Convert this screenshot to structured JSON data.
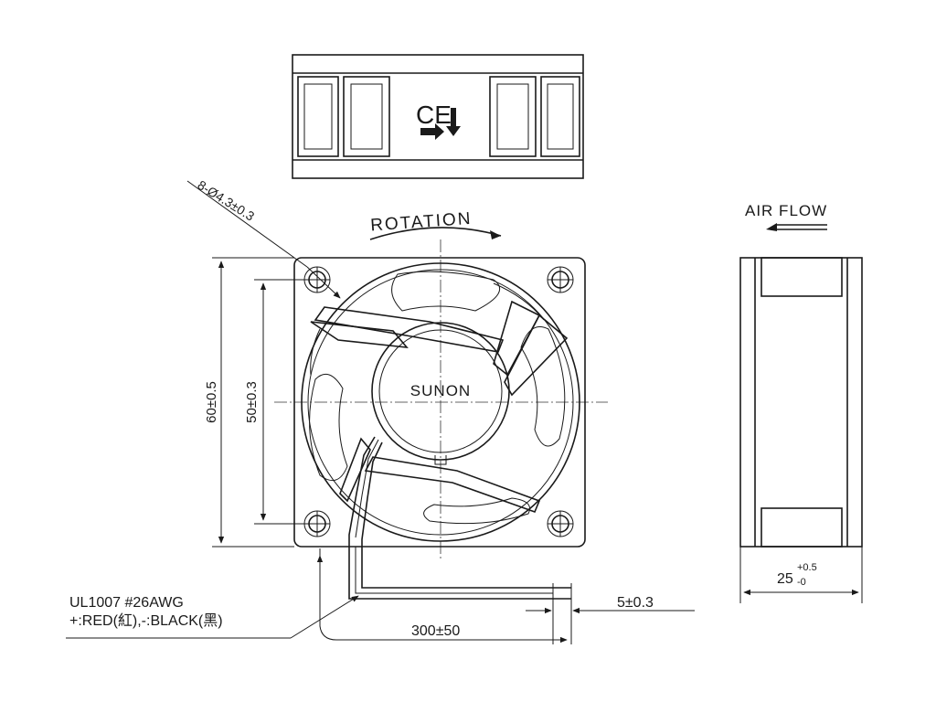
{
  "labels": {
    "holes": "8-Ø4.3±0.3",
    "rotation": "ROTATION",
    "air_flow": "AIR FLOW",
    "brand": "SUNON",
    "dim_outer": "60±0.5",
    "dim_holes": "50±0.3",
    "dim_depth_base": "25",
    "dim_depth_plus": "+0.5",
    "dim_depth_minus": "-0",
    "wire_spec": "UL1007  #26AWG",
    "wire_colors": "+:RED(紅),-:BLACK(黑)",
    "lead_length": "300±50",
    "strip_length": "5±0.3",
    "ce_mark": "CE"
  },
  "colors": {
    "line": "#1a1a1a",
    "background": "#ffffff"
  }
}
